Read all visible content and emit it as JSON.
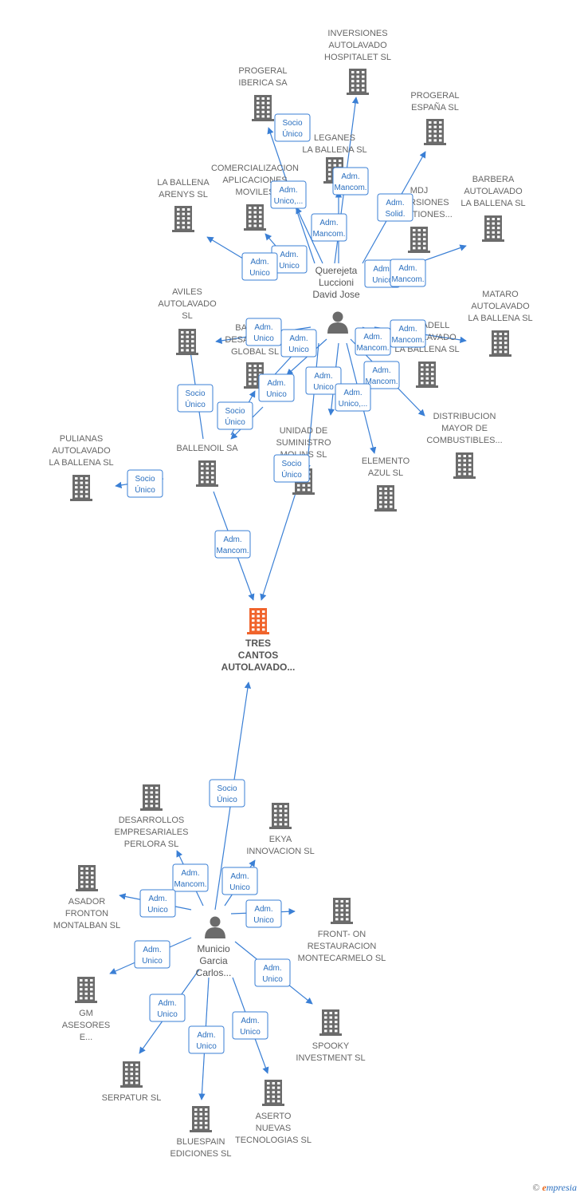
{
  "colors": {
    "edge": "#3a7fd5",
    "building": "#6b6b6b",
    "focus": "#f0642c",
    "person": "#6b6b6b",
    "label_border": "#3a7fd5",
    "label_text": "#2a6fbf"
  },
  "persons": [
    {
      "id": "p1",
      "label": [
        "Querejeta",
        "Luccioni",
        "David Jose"
      ]
    },
    {
      "id": "p2",
      "label": [
        "Municio",
        "Garcia",
        "Carlos..."
      ]
    }
  ],
  "companies": [
    {
      "id": "c_focus",
      "label": [
        "TRES",
        "CANTOS",
        "AUTOLAVADO..."
      ],
      "focus": true
    },
    {
      "id": "c_inv",
      "label": [
        "INVERSIONES",
        "AUTOLAVADO",
        "HOSPITALET SL"
      ]
    },
    {
      "id": "c_progiber",
      "label": [
        "PROGERAL",
        "IBERICA SA"
      ]
    },
    {
      "id": "c_progesp",
      "label": [
        "PROGERAL",
        "ESPAÑA SL"
      ]
    },
    {
      "id": "c_leganes",
      "label": [
        "LEGANES",
        "LA BALLENA SL"
      ]
    },
    {
      "id": "c_comerc",
      "label": [
        "COMERCIALIZACION",
        "APLICACIONES",
        "MOVILES"
      ]
    },
    {
      "id": "c_arenys",
      "label": [
        "LA BALLENA",
        "ARENYS SL"
      ]
    },
    {
      "id": "c_mdj",
      "label": [
        "MDJ",
        "INVERSIONES",
        "Y GESTIONES..."
      ]
    },
    {
      "id": "c_barbera",
      "label": [
        "BARBERA",
        "AUTOLAVADO",
        "LA BALLENA SL"
      ]
    },
    {
      "id": "c_aviles",
      "label": [
        "AVILES",
        "AUTOLAVADO",
        "SL"
      ]
    },
    {
      "id": "c_balldes",
      "label": [
        "BALLENA",
        "DESARROLLO",
        "GLOBAL SL"
      ]
    },
    {
      "id": "c_sabadell",
      "label": [
        "SABADELL",
        "AUTOLAVADO",
        "LA BALLENA SL"
      ]
    },
    {
      "id": "c_mataro",
      "label": [
        "MATARO",
        "AUTOLAVADO",
        "LA BALLENA SL"
      ]
    },
    {
      "id": "c_distrib",
      "label": [
        "DISTRIBUCION",
        "MAYOR DE",
        "COMBUSTIBLES..."
      ]
    },
    {
      "id": "c_pulianas",
      "label": [
        "PULIANAS",
        "AUTOLAVADO",
        "LA BALLENA SL"
      ]
    },
    {
      "id": "c_ballenoil",
      "label": [
        "BALLENOIL SA"
      ]
    },
    {
      "id": "c_unidad",
      "label": [
        "UNIDAD DE",
        "SUMINISTRO",
        "MOLINS SL"
      ]
    },
    {
      "id": "c_elemento",
      "label": [
        "ELEMENTO",
        "AZUL SL"
      ]
    },
    {
      "id": "c_perlora",
      "label": [
        "DESARROLLOS",
        "EMPRESARIALES",
        "PERLORA SL"
      ]
    },
    {
      "id": "c_ekya",
      "label": [
        "EKYA",
        "INNOVACION SL"
      ]
    },
    {
      "id": "c_asador",
      "label": [
        "ASADOR",
        "FRONTON",
        "MONTALBAN SL"
      ]
    },
    {
      "id": "c_fronton",
      "label": [
        "FRONT- ON",
        "RESTAURACION",
        "MONTECARMELO SL"
      ]
    },
    {
      "id": "c_gm",
      "label": [
        "GM",
        "ASESORES",
        "E..."
      ]
    },
    {
      "id": "c_spooky",
      "label": [
        "SPOOKY",
        "INVESTMENT SL"
      ]
    },
    {
      "id": "c_serpatur",
      "label": [
        "SERPATUR SL"
      ]
    },
    {
      "id": "c_aserto",
      "label": [
        "ASERTO",
        "NUEVAS",
        "TECNOLOGIAS SL"
      ]
    },
    {
      "id": "c_bluespain",
      "label": [
        "BLUESPAIN",
        "EDICIONES SL"
      ]
    }
  ],
  "edge_labels": [
    [
      "Socio",
      "Único"
    ],
    [
      "Adm.",
      "Mancom."
    ],
    [
      "Adm.",
      "Unico,..."
    ],
    [
      "Adm.",
      "Mancom."
    ],
    [
      "Adm.",
      "Solid."
    ],
    [
      "Adm.",
      "Unico"
    ],
    [
      "Adm.",
      "Unico"
    ],
    [
      "Adm.",
      "Unico"
    ],
    [
      "Adm.",
      "Mancom."
    ],
    [
      "Adm.",
      "Unico"
    ],
    [
      "Adm.",
      "Unico"
    ],
    [
      "Adm.",
      "Mancom."
    ],
    [
      "Adm.",
      "Mancom."
    ],
    [
      "Adm.",
      "Unico"
    ],
    [
      "Adm.",
      "Unico"
    ],
    [
      "Adm.",
      "Mancom."
    ],
    [
      "Adm.",
      "Unico,..."
    ],
    [
      "Socio",
      "Único"
    ],
    [
      "Socio",
      "Único"
    ],
    [
      "Socio",
      "Único"
    ],
    [
      "Socio",
      "Único"
    ],
    [
      "Adm.",
      "Mancom."
    ],
    [
      "Socio",
      "Único"
    ],
    [
      "Adm.",
      "Mancom."
    ],
    [
      "Adm.",
      "Unico"
    ],
    [
      "Adm.",
      "Unico"
    ],
    [
      "Adm.",
      "Unico"
    ],
    [
      "Adm.",
      "Unico"
    ],
    [
      "Adm.",
      "Unico"
    ],
    [
      "Adm.",
      "Unico"
    ],
    [
      "Adm.",
      "Unico"
    ],
    [
      "Adm.",
      "Unico"
    ],
    [
      "Adm.",
      "Unico"
    ]
  ],
  "footer": {
    "copyright": "©",
    "brand_initial": "e",
    "brand_rest": "mpresia"
  }
}
